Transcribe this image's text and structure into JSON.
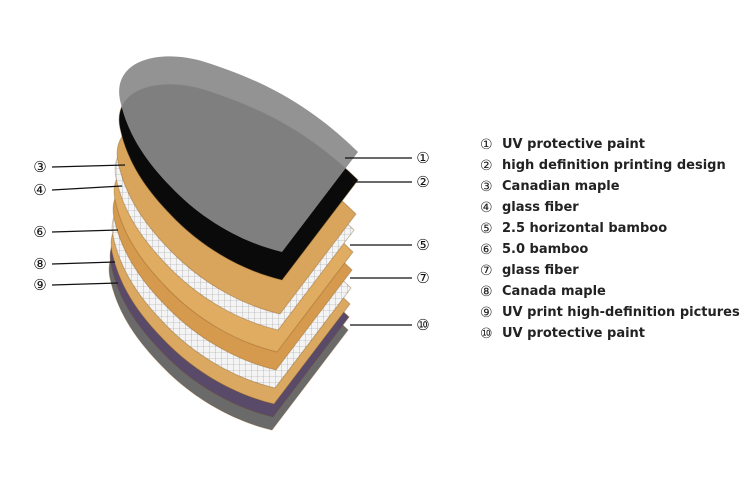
{
  "diagram": {
    "layers": [
      {
        "num": "①",
        "label": "UV protective paint",
        "color": "#8a8a8a"
      },
      {
        "num": "②",
        "label": "high definition printing design",
        "color": "#0a0a0a"
      },
      {
        "num": "③",
        "label": "Canadian maple",
        "color": "#d9a55c"
      },
      {
        "num": "④",
        "label": "glass fiber",
        "color": "#eeeeee"
      },
      {
        "num": "⑤",
        "label": "2.5 horizontal bamboo",
        "color": "#e0ac62"
      },
      {
        "num": "⑥",
        "label": "5.0 bamboo",
        "color": "#d69a4e"
      },
      {
        "num": "⑦",
        "label": "glass fiber",
        "color": "#f0f0f0"
      },
      {
        "num": "⑧",
        "label": "Canada maple",
        "color": "#dba862"
      },
      {
        "num": "⑨",
        "label": "UV print high-definition pictures",
        "color": "#5a4a6a"
      },
      {
        "num": "⑩",
        "label": "UV protective paint",
        "color": "#6a6a6a"
      }
    ]
  }
}
